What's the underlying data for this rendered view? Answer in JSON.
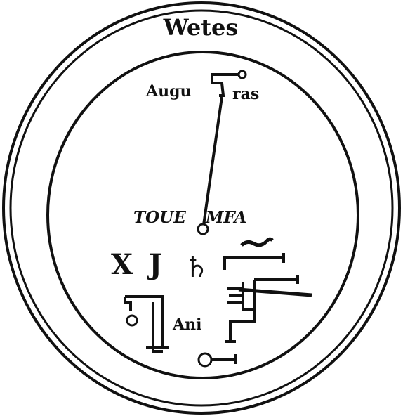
{
  "seal": {
    "title": "Wetes",
    "labels": {
      "augu": "Augu",
      "ras": "ras",
      "toue": "TOUE",
      "mfa": "MFA",
      "ani": "Ani"
    },
    "glyphs": {
      "chi": "X",
      "iota": "J",
      "saturn": "♄",
      "tilde": "~"
    },
    "ink_color": "#111111",
    "paper_color": "#ffffff"
  }
}
